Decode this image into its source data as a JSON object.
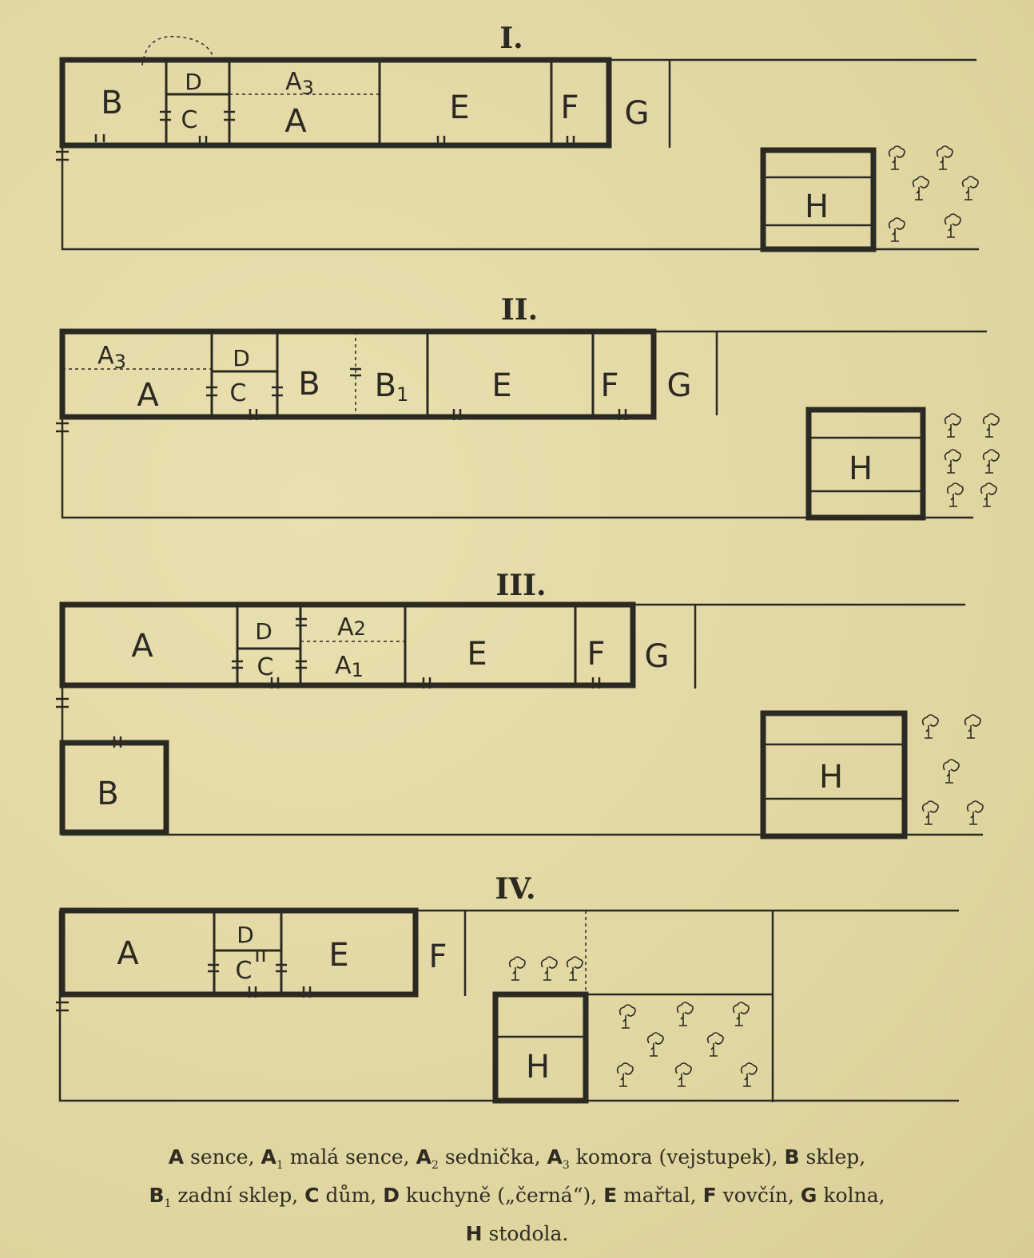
{
  "plans": [
    {
      "title": "I.",
      "labels": {
        "B": "B",
        "D": "D",
        "C": "C",
        "A3": "A",
        "A3_sub": "3",
        "A": "A",
        "E": "E",
        "F": "F",
        "G": "G",
        "H": "H"
      }
    },
    {
      "title": "II.",
      "labels": {
        "A3": "A",
        "A3_sub": "3",
        "D": "D",
        "C": "C",
        "A": "A",
        "B": "B",
        "B1": "B",
        "B1_sub": "1",
        "E": "E",
        "F": "F",
        "G": "G",
        "H": "H"
      }
    },
    {
      "title": "III.",
      "labels": {
        "A": "A",
        "D": "D",
        "C": "C",
        "A2": "A",
        "A2_sub": "2",
        "A1": "A",
        "A1_sub": "1",
        "E": "E",
        "F": "F",
        "G": "G",
        "B": "B",
        "H": "H"
      }
    },
    {
      "title": "IV.",
      "labels": {
        "A": "A",
        "D": "D",
        "C": "C",
        "E": "E",
        "F": "F",
        "H": "H"
      }
    }
  ],
  "legend": [
    {
      "key": "A",
      "sub": "",
      "text": "sence,"
    },
    {
      "key": "A",
      "sub": "1",
      "text": "malá sence,"
    },
    {
      "key": "A",
      "sub": "2",
      "text": "sednička,"
    },
    {
      "key": "A",
      "sub": "3",
      "text": "komora (vejstupek),"
    },
    {
      "key": "B",
      "sub": "",
      "text": "sklep,"
    },
    {
      "key": "B",
      "sub": "1",
      "text": "zadní sklep,"
    },
    {
      "key": "C",
      "sub": "",
      "text": "dům,"
    },
    {
      "key": "D",
      "sub": "",
      "text": "kuchyně („černá“),"
    },
    {
      "key": "E",
      "sub": "",
      "text": "mařtal,"
    },
    {
      "key": "F",
      "sub": "",
      "text": "vovčín,"
    },
    {
      "key": "G",
      "sub": "",
      "text": "kolna,"
    },
    {
      "key": "H",
      "sub": "",
      "text": "stodola."
    }
  ]
}
